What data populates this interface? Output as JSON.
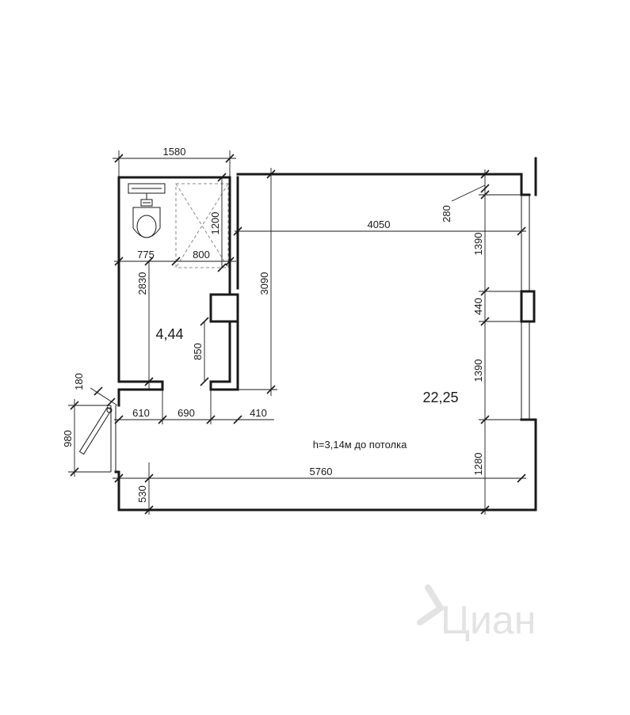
{
  "plan": {
    "areas": {
      "bathroom": "4,44",
      "main_room": "22,25"
    },
    "ceiling_note": "h=3,14м до потолка",
    "dimensions": {
      "top_bathroom_width": "1580",
      "shower_depth": "1200",
      "toilet_zone_width": "775",
      "shower_width": "800",
      "bathroom_length": "2830",
      "bathroom_partition_length": "3090",
      "niche_height": "850",
      "room_inner_width": "4050",
      "window_offset": "280",
      "right_segment_1": "1390",
      "right_segment_2": "440",
      "right_segment_3": "1390",
      "right_segment_4": "1280",
      "bottom_left_offset": "530",
      "room_full_width": "5760",
      "door_left_offset": "610",
      "door_opening": "690",
      "partition_end": "410",
      "entry_jamb": "180",
      "entry_door_width": "980"
    }
  },
  "watermark": {
    "text": "Циан",
    "icon": "cian-logo-icon"
  }
}
